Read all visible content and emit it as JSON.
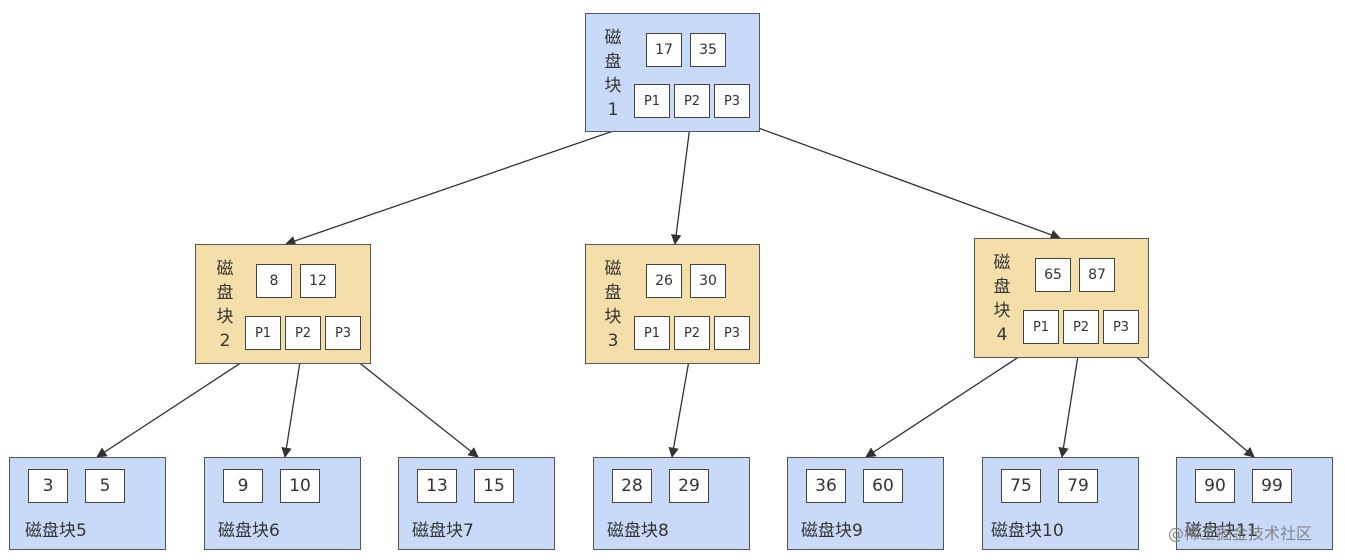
{
  "root": {
    "label": "磁盘块1",
    "keys": [
      "17",
      "35"
    ],
    "pointers": [
      "P1",
      "P2",
      "P3"
    ]
  },
  "level2": [
    {
      "label": "磁盘块2",
      "keys": [
        "8",
        "12"
      ],
      "pointers": [
        "P1",
        "P2",
        "P3"
      ]
    },
    {
      "label": "磁盘块3",
      "keys": [
        "26",
        "30"
      ],
      "pointers": [
        "P1",
        "P2",
        "P3"
      ]
    },
    {
      "label": "磁盘块4",
      "keys": [
        "65",
        "87"
      ],
      "pointers": [
        "P1",
        "P2",
        "P3"
      ]
    }
  ],
  "leaves": [
    {
      "label": "磁盘块5",
      "keys": [
        "3",
        "5"
      ]
    },
    {
      "label": "磁盘块6",
      "keys": [
        "9",
        "10"
      ]
    },
    {
      "label": "磁盘块7",
      "keys": [
        "13",
        "15"
      ]
    },
    {
      "label": "磁盘块8",
      "keys": [
        "28",
        "29"
      ]
    },
    {
      "label": "磁盘块9",
      "keys": [
        "36",
        "60"
      ]
    },
    {
      "label": "磁盘块10",
      "keys": [
        "75",
        "79"
      ]
    },
    {
      "label": "磁盘块11",
      "keys": [
        "90",
        "99"
      ]
    }
  ],
  "watermark": "@稀土掘金技术社区",
  "colors": {
    "leaf_fill": "#c9daf8",
    "internal_fill": "#f4dea9",
    "stroke": "#444444"
  }
}
